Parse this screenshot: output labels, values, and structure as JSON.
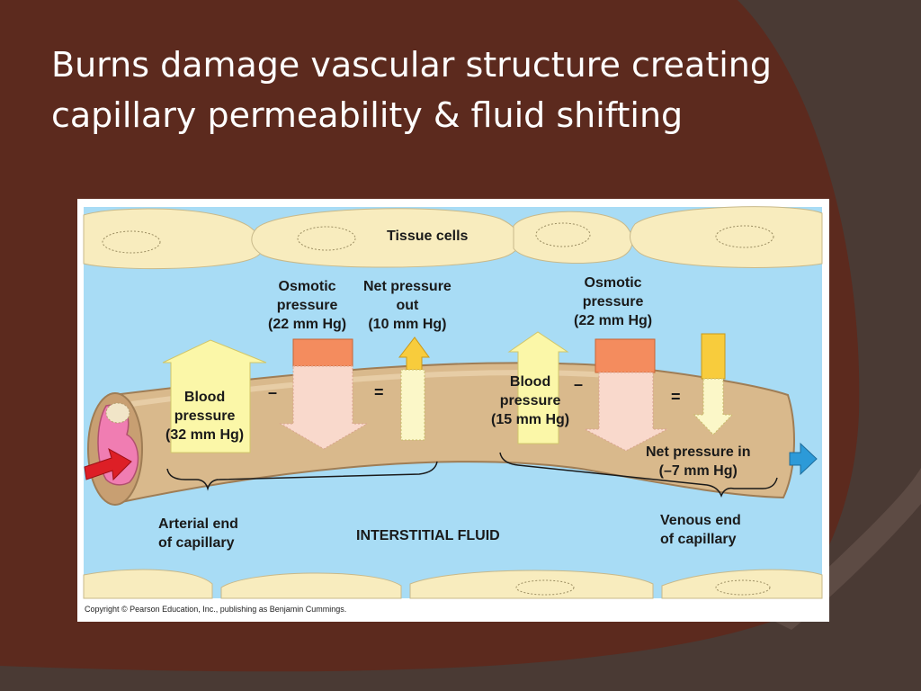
{
  "slide": {
    "title_lines": [
      "Burns damage vascular structure creating",
      "capillary permeability & fluid shifting"
    ]
  },
  "figure": {
    "tissue_label": "Tissue cells",
    "arterial_osmotic": [
      "Osmotic",
      "pressure",
      "(22 mm Hg)"
    ],
    "arterial_net": [
      "Net pressure",
      "out",
      "(10 mm Hg)"
    ],
    "arterial_blood": [
      "Blood",
      "pressure",
      "(32 mm Hg)"
    ],
    "venous_osmotic": [
      "Osmotic",
      "pressure",
      "(22 mm Hg)"
    ],
    "venous_blood": [
      "Blood",
      "pressure",
      "(15 mm Hg)"
    ],
    "venous_net": [
      "Net pressure in",
      "(–7 mm Hg)"
    ],
    "minus_sign": "–",
    "equals_sign": "=",
    "arterial_end": [
      "Arterial end",
      "of capillary"
    ],
    "venous_end": [
      "Venous end",
      "of capillary"
    ],
    "interstitial_label": "INTERSTITIAL FLUID",
    "copyright": "Copyright © Pearson Education, Inc., publishing as Benjamin Cummings."
  },
  "colors": {
    "slide_background": "#5c2a1e",
    "interstitial_fluid": "#a8dcf5",
    "tissue_cell": "#f8ecbe",
    "capillary": "#d9b98c",
    "osmotic_arrow": "#f48c5e",
    "blood_pressure_arrow": "#fbf7a8",
    "net_pressure_arrow": "#f8cc3c",
    "inflow_arrow": "#dd1f26",
    "outflow_arrow": "#2c9ad8"
  }
}
